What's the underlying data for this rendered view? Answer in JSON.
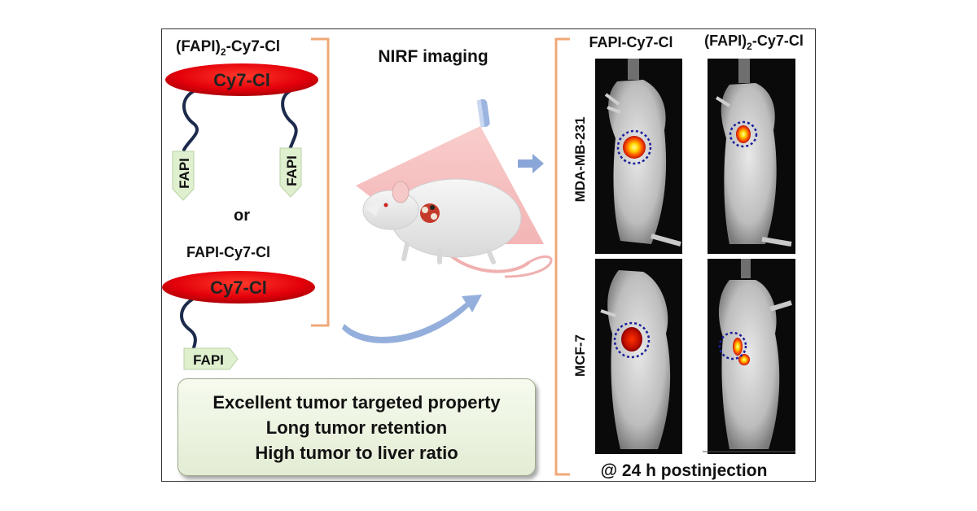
{
  "labels": {
    "dimer_prefix": "(FAPI)",
    "dimer_subscript": "2",
    "dimer_suffix": "-Cy7-Cl",
    "dye": "Cy7-Cl",
    "fapi": "FAPI",
    "or": "or",
    "monomer": "FAPI-Cy7-Cl",
    "nirf": "NIRF imaging",
    "col_monomer": "FAPI-Cy7-Cl",
    "row_top": "MDA-MB-231",
    "row_bottom": "MCF-7",
    "footer": "@ 24 h postinjection"
  },
  "summary": [
    "Excellent tumor targeted property",
    "Long tumor retention",
    "High tumor to liver ratio"
  ],
  "colors": {
    "dye_red": "#e8000a",
    "bracket_orange": "#f0a878",
    "linker": "#1c2a4c",
    "fapi_tag": "#dff0cf",
    "beam_pink": "#f4b2b2",
    "arrow_blue": "#8aa6d8",
    "tumor_ring": "#1a1f9a"
  }
}
